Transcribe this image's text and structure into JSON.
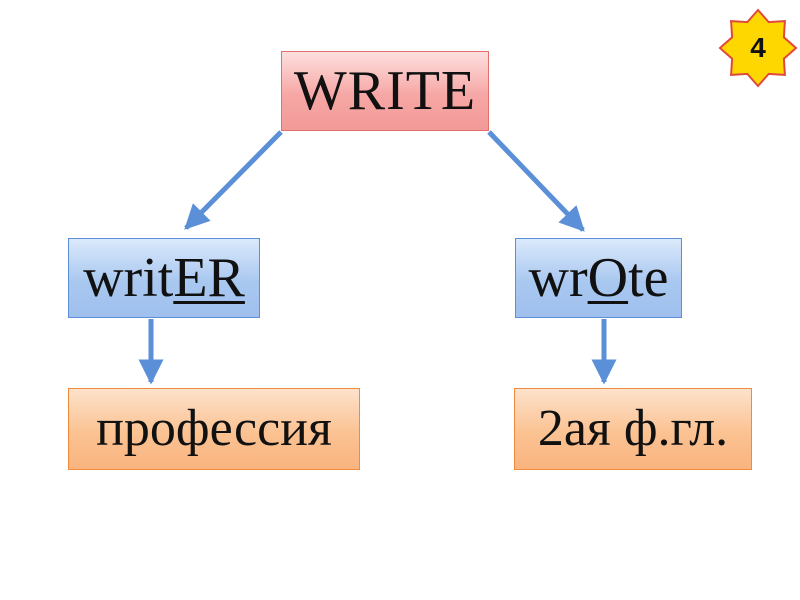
{
  "slide_number": "4",
  "diagram": {
    "root": "WRITE",
    "left_branch": {
      "word_plain": "writ",
      "word_emph": "ER",
      "meaning": "профессия"
    },
    "right_branch": {
      "word_prefix": "wr",
      "word_emph": "O",
      "word_suffix": "te",
      "meaning": "2ая ф.гл."
    }
  },
  "colors": {
    "arrow": "#5b8fd8",
    "root_fill": "#f6a7a5",
    "mid_fill": "#a9c8f0",
    "bottom_fill": "#fbc292",
    "badge_fill": "#ffd700",
    "badge_stroke": "#e04a3a"
  }
}
